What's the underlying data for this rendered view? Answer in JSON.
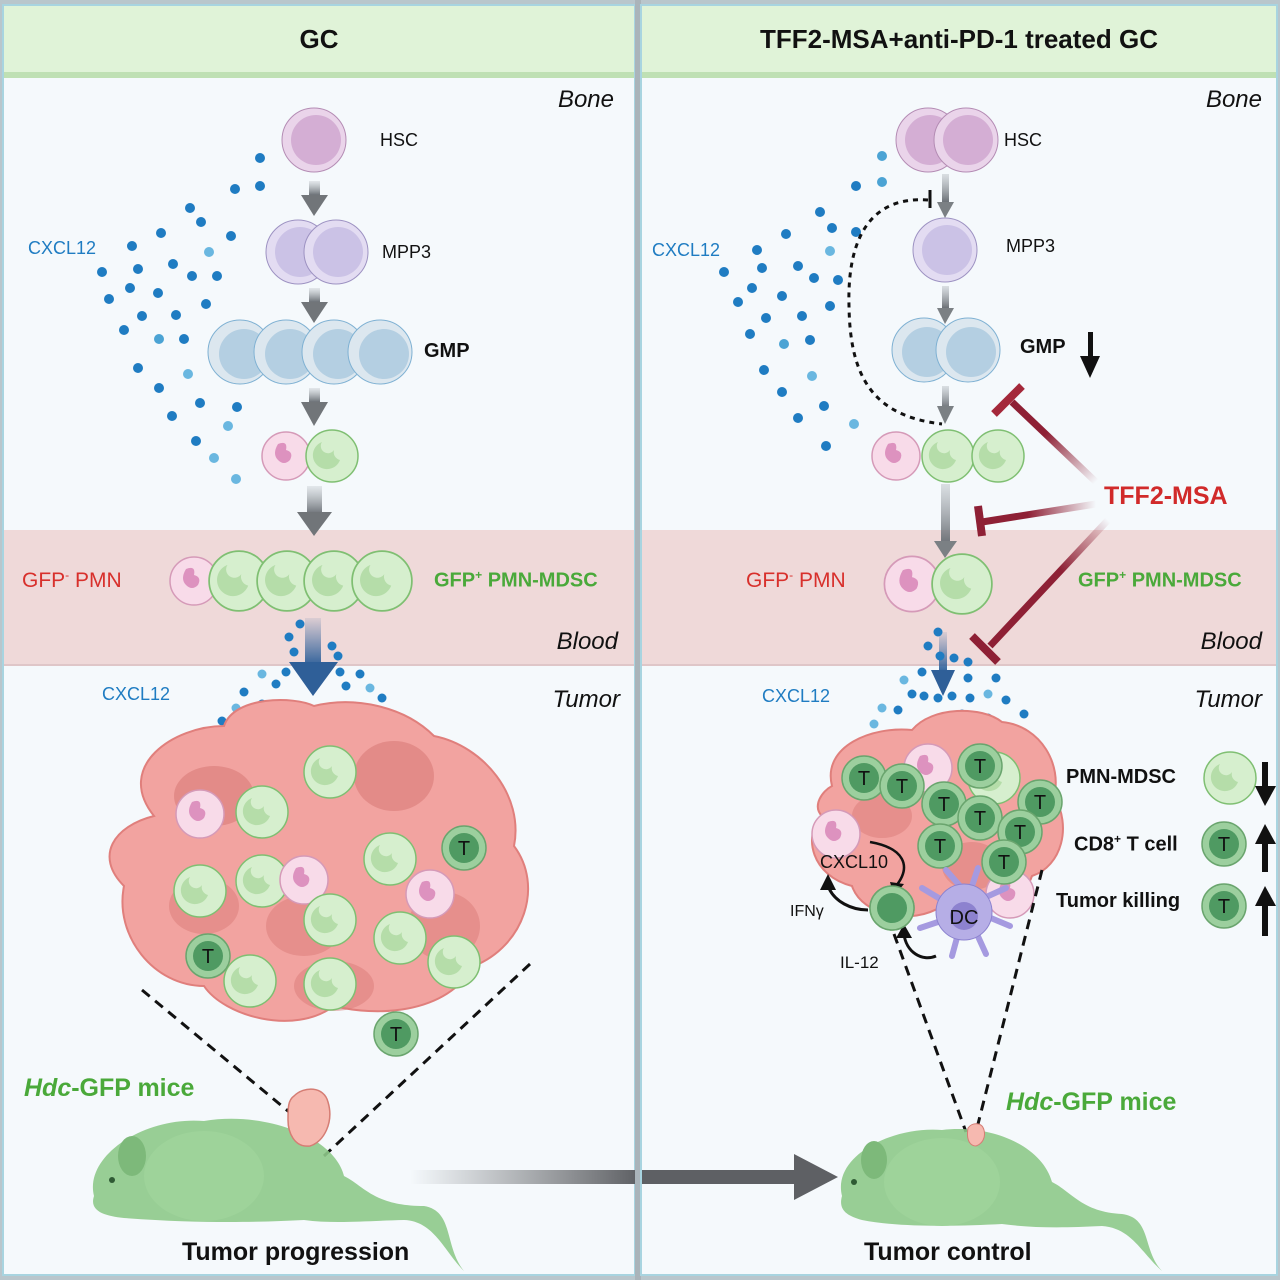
{
  "left": {
    "title": "GC",
    "regions": {
      "bone": "Bone",
      "blood": "Blood",
      "tumor": "Tumor"
    },
    "bone_cells": {
      "hsc": "HSC",
      "mpp3": "MPP3",
      "gmp": "GMP"
    },
    "cxcl12_bone": "CXCL12",
    "cxcl12_tumor": "CXCL12",
    "blood": {
      "gfp_neg": "GFP",
      "gfp_neg_sup": "-",
      "gfp_neg_rest": " PMN",
      "gfp_pos": "GFP",
      "gfp_pos_sup": "+",
      "gfp_pos_rest": " PMN-MDSC"
    },
    "mouse_label_italic": "Hdc",
    "mouse_label_rest": "-GFP mice",
    "outcome": "Tumor progression",
    "t_cell_label": "T"
  },
  "right": {
    "title": "TFF2-MSA+anti-PD-1 treated GC",
    "regions": {
      "bone": "Bone",
      "blood": "Blood",
      "tumor": "Tumor"
    },
    "bone_cells": {
      "hsc": "HSC",
      "mpp3": "MPP3",
      "gmp": "GMP"
    },
    "cxcl12_bone": "CXCL12",
    "cxcl12_tumor": "CXCL12",
    "treatment": "TFF2-MSA",
    "blood": {
      "gfp_neg": "GFP",
      "gfp_neg_sup": "-",
      "gfp_neg_rest": " PMN",
      "gfp_pos": "GFP",
      "gfp_pos_sup": "+",
      "gfp_pos_rest": " PMN-MDSC"
    },
    "tumor_labels": {
      "cxcl10": "CXCL10",
      "ifng": "IFNγ",
      "il12": "IL-12",
      "dc": "DC",
      "t": "T"
    },
    "legend": [
      {
        "label": "PMN-MDSC",
        "cell": "pmn-mdsc",
        "direction": "down"
      },
      {
        "label_pre": "CD8",
        "label_sup": "+",
        "label_post": " T cell",
        "cell": "t-cell",
        "direction": "up"
      },
      {
        "label": "Tumor killing",
        "cell": "t-cell",
        "direction": "up"
      }
    ],
    "mouse_label_italic": "Hdc",
    "mouse_label_rest": "-GFP mice",
    "outcome": "Tumor control"
  },
  "colors": {
    "header_bg": "#e0f3d8",
    "blood_band": "#efd9d9",
    "cxcl12": "#1f7cc2",
    "tff2": "#d12a2a",
    "inhibit": "#8e2035",
    "gfp_green": "#4aa93a",
    "pmn_red": "#d8302c"
  }
}
